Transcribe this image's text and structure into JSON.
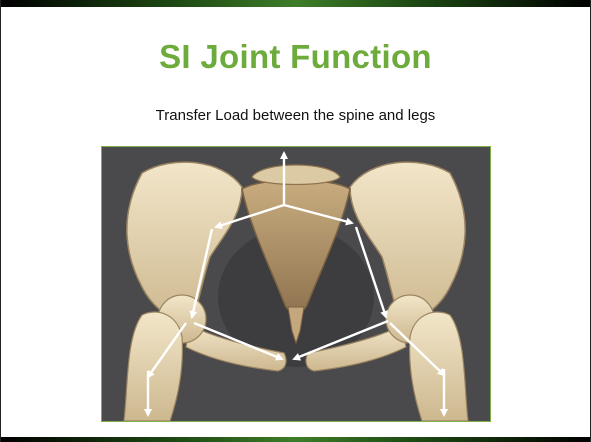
{
  "slide": {
    "title": "SI Joint Function",
    "subtitle": "Transfer Load between the spine and legs"
  },
  "figure": {
    "subject": "pelvis-illustration",
    "colors": {
      "background": "#4a4a4c",
      "bone": "#e7d8b8",
      "bone_shadow": "#9a8461",
      "arrows": "#ffffff",
      "border": "#7fae4a"
    }
  },
  "theme": {
    "title_color": "#6cab3c",
    "accent_green": "#3d7d28"
  }
}
